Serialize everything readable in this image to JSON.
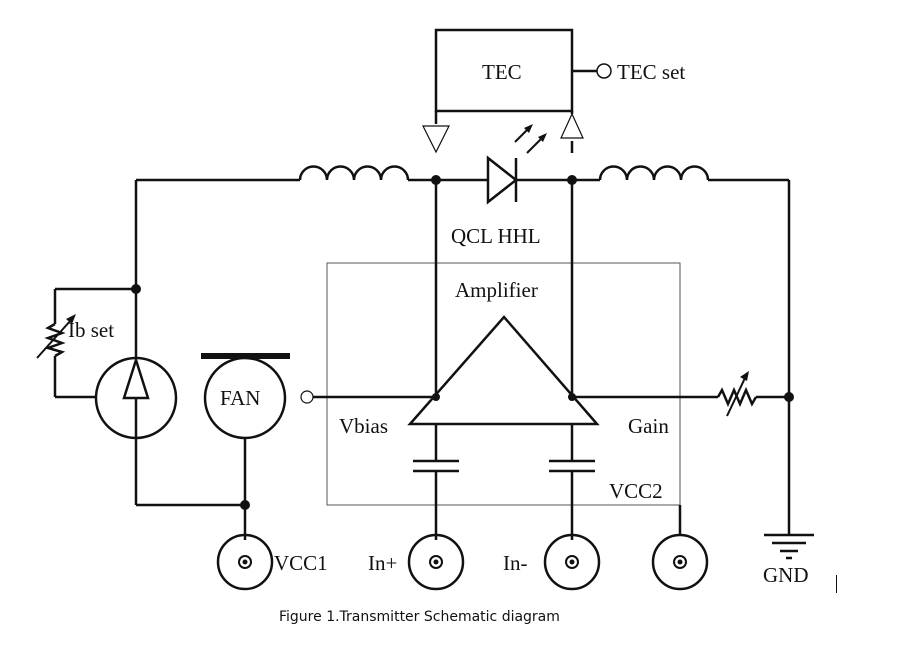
{
  "labels": {
    "tec": "TEC",
    "tec_set": "TEC set",
    "qcl": "QCL HHL",
    "amplifier": "Amplifier",
    "ib_set": "Ib set",
    "fan": "FAN",
    "vbias": "Vbias",
    "gain": "Gain",
    "vcc2": "VCC2",
    "vcc1": "VCC1",
    "in_plus": "In+",
    "in_minus": "In-",
    "gnd": "GND"
  },
  "caption": "Figure 1.Transmitter Schematic diagram",
  "colors": {
    "line": "#111111",
    "frame": "#555555",
    "background": "#ffffff"
  }
}
